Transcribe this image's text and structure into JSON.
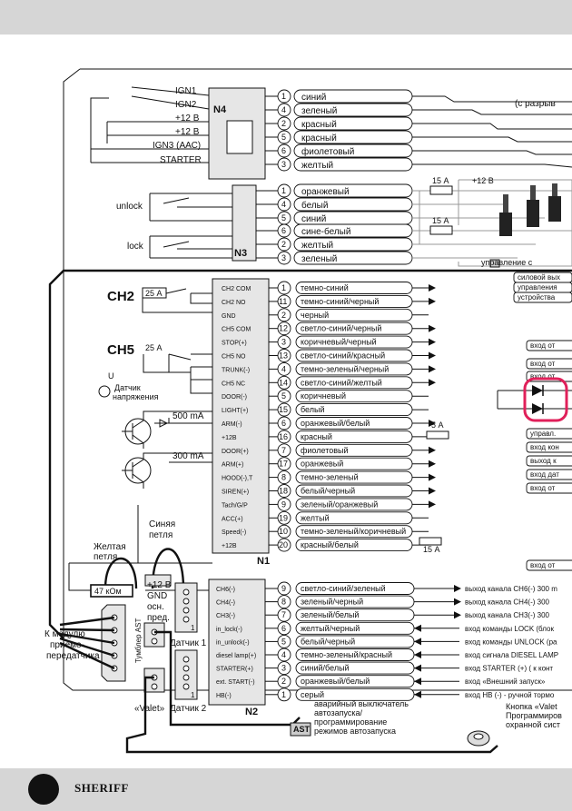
{
  "brand": "SHERIFF",
  "colors": {
    "band": "#d6d6d6",
    "connector": "#e6e6e6",
    "highlight": "#e0205a"
  },
  "connectors": {
    "n4": "N4",
    "n3": "N3",
    "n1": "N1",
    "n2": "N2"
  },
  "n4_signals": [
    "IGN1",
    "IGN2",
    "+12 В",
    "+12 В",
    "IGN3 (ААС)",
    "STARTER"
  ],
  "n4_pins": [
    {
      "num": "1",
      "color": "синий"
    },
    {
      "num": "4",
      "color": "зеленый"
    },
    {
      "num": "2",
      "color": "красный"
    },
    {
      "num": "5",
      "color": "красный"
    },
    {
      "num": "6",
      "color": "фиолетовый"
    },
    {
      "num": "3",
      "color": "желтый"
    }
  ],
  "n4_note": "(с разрыв",
  "n3_signals": [
    "unlock",
    "lock"
  ],
  "n3_pins": [
    {
      "num": "1",
      "color": "оранжевый"
    },
    {
      "num": "4",
      "color": "белый"
    },
    {
      "num": "5",
      "color": "синий"
    },
    {
      "num": "6",
      "color": "сине-белый"
    },
    {
      "num": "2",
      "color": "желтый"
    },
    {
      "num": "3",
      "color": "зеленый"
    }
  ],
  "fuses": {
    "f1": "15 А",
    "f2": "15 А",
    "f3": "5 А",
    "f4": "15 А",
    "plus12": "+12 В",
    "ch2": "25 А",
    "ch5": "25 А"
  },
  "n3_right_label": "управление с",
  "ch_labels": {
    "ch2": "CH2",
    "ch5": "CH5"
  },
  "sensor": {
    "u": "U",
    "label1": "Датчик",
    "label2": "напряжения"
  },
  "currents": {
    "c1": "500 mA",
    "c2": "300 mA"
  },
  "n1_pins": [
    {
      "sig": "CH2 COM",
      "num": "1",
      "color": "темно-синий"
    },
    {
      "sig": "CH2 NO",
      "num": "11",
      "color": "темно-синий/черный"
    },
    {
      "sig": "GND",
      "num": "2",
      "color": "черный"
    },
    {
      "sig": "CH5 COM",
      "num": "12",
      "color": "светло-синий/черный"
    },
    {
      "sig": "STOP(+)",
      "num": "3",
      "color": "коричневый/черный"
    },
    {
      "sig": "CH5 NO",
      "num": "13",
      "color": "светло-синий/красный"
    },
    {
      "sig": "TRUNK(-)",
      "num": "4",
      "color": "темно-зеленый/черный"
    },
    {
      "sig": "CH5 NC",
      "num": "14",
      "color": "светло-синий/желтый"
    },
    {
      "sig": "DOOR(-)",
      "num": "5",
      "color": "коричневый"
    },
    {
      "sig": "LIGHT(+)",
      "num": "15",
      "color": "белый"
    },
    {
      "sig": "ARM(-)",
      "num": "6",
      "color": "оранжевый/белый"
    },
    {
      "sig": "+12В",
      "num": "16",
      "color": "красный"
    },
    {
      "sig": "DOOR(+)",
      "num": "7",
      "color": "фиолетовый"
    },
    {
      "sig": "ARM(+)",
      "num": "17",
      "color": "оранжевый"
    },
    {
      "sig": "HOOD(-),T",
      "num": "8",
      "color": "темно-зеленый"
    },
    {
      "sig": "SIREN(+)",
      "num": "18",
      "color": "белый/черный"
    },
    {
      "sig": "Tach/G/P",
      "num": "9",
      "color": "зеленый/оранжевый"
    },
    {
      "sig": "ACC(+)",
      "num": "19",
      "color": "желтый"
    },
    {
      "sig": "Speed(-)",
      "num": "10",
      "color": "темно-зеленый/коричневый"
    },
    {
      "sig": "+12В",
      "num": "20",
      "color": "красный/белый"
    }
  ],
  "n1_right": [
    "силовой вых",
    "управления",
    "устройства",
    "вход от",
    "вход от",
    "вход от",
    "управл.",
    "вход кон",
    "выход к",
    "вход дат",
    "вход от",
    "вход от"
  ],
  "loops": {
    "yellow1": "Желтая",
    "yellow2": "петля",
    "blue1": "Синяя",
    "blue2": "петля",
    "resistor": "47 кОм"
  },
  "power_block": [
    "+12 В",
    "GND",
    "осн.",
    "пред."
  ],
  "sensors": {
    "s1": "Датчик 1",
    "s2": "Датчик 2",
    "one": "1"
  },
  "module_label": [
    "К модулю",
    "приемо-",
    "передатчика"
  ],
  "ast_toggle": "Тумблер AST",
  "valet_label": "«Valet»",
  "n2_pins": [
    {
      "sig": "CH6(-)",
      "num": "9",
      "color": "светло-синий/зеленый",
      "desc": "выход канала CH6(-) 300 m"
    },
    {
      "sig": "CH4(-)",
      "num": "8",
      "color": "зеленый/черный",
      "desc": "выход канала CH4(-) 300"
    },
    {
      "sig": "CH3(-)",
      "num": "7",
      "color": "зеленый/белый",
      "desc": "выход канала CH3(-) 300"
    },
    {
      "sig": "in_lock(-)",
      "num": "6",
      "color": "желтый/черный",
      "desc": "вход команды LOCK (блок"
    },
    {
      "sig": "in_unlock(-)",
      "num": "5",
      "color": "белый/черный",
      "desc": "вход команды UNLOCK (ра"
    },
    {
      "sig": "diesel lamp(+)",
      "num": "4",
      "color": "темно-зеленый/красный",
      "desc": "вход сигнала DIESEL LAMP"
    },
    {
      "sig": "STARTER(+)",
      "num": "3",
      "color": "синий/белый",
      "desc": "вход STARTER (+)  ( к конт"
    },
    {
      "sig": "ext. START(-)",
      "num": "2",
      "color": "оранжевый/белый",
      "desc": "вход «Внешний запуск»"
    },
    {
      "sig": "НВ(-)",
      "num": "1",
      "color": "серый",
      "desc": "вход НВ (-) - ручной тормо"
    }
  ],
  "emergency": [
    "аварийный выключатель",
    "автозапуска/",
    "программирование",
    "режимов автозапуска"
  ],
  "ast_badge": "AST",
  "valet_button": [
    "Кнопка «Valet",
    "Программиров",
    "охранной сист"
  ]
}
